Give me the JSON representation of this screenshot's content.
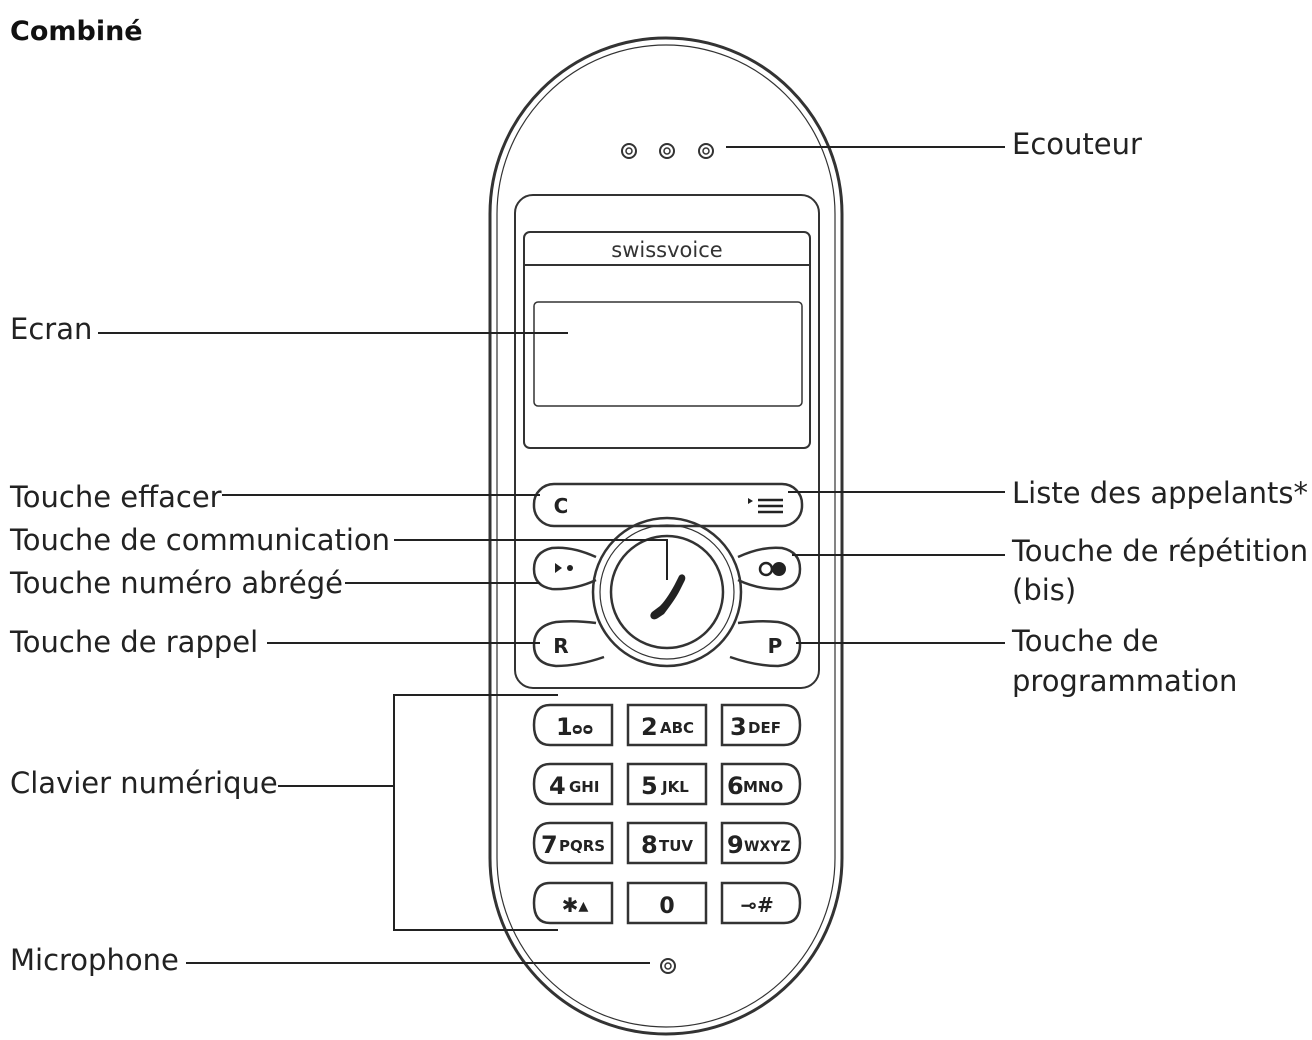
{
  "title": "Combiné",
  "brand": "swissvoice",
  "labels": {
    "ecouteur": "Ecouteur",
    "ecran": "Ecran",
    "effacer": "Touche effacer",
    "communication": "Touche de communication",
    "abrege": "Touche numéro abrégé",
    "rappel": "Touche de rappel",
    "clavier": "Clavier numérique",
    "microphone": "Microphone",
    "liste": "Liste des appelants*",
    "repetition_1": "Touche de répétition",
    "repetition_2": "(bis)",
    "programmation_1": "Touche de",
    "programmation_2": "programmation"
  },
  "keys": {
    "clear": "C",
    "r": "R",
    "p": "P",
    "k1_num": "1",
    "k1_sub": "ᴑᴑ",
    "k2_num": "2",
    "k2_sub": "ABC",
    "k3_num": "3",
    "k3_sub": "DEF",
    "k4_num": "4",
    "k4_sub": "GHI",
    "k5_num": "5",
    "k5_sub": "JKL",
    "k6_num": "6",
    "k6_sub": "MNO",
    "k7_num": "7",
    "k7_sub": "PQRS",
    "k8_num": "8",
    "k8_sub": "TUV",
    "k9_num": "9",
    "k9_sub": "WXYZ",
    "kstar": "✱▴",
    "k0": "0",
    "khash": "⊸#"
  }
}
